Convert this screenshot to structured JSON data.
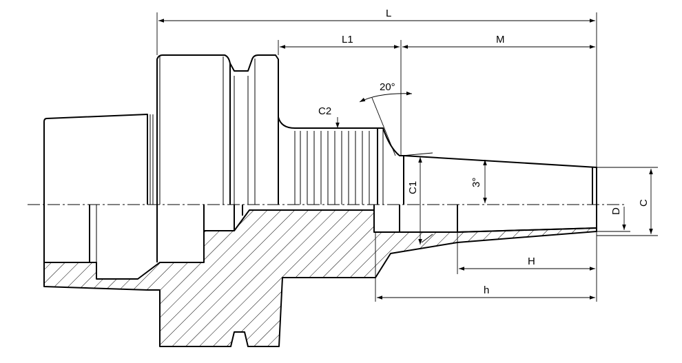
{
  "drawing": {
    "colors": {
      "line": "#000000",
      "background": "#ffffff"
    },
    "dimensions": {
      "L": "L",
      "L1": "L1",
      "M": "M",
      "C2": "C2",
      "C1": "C1",
      "angle_20": "20°",
      "angle_3": "3°",
      "D": "D",
      "C": "C",
      "H": "H",
      "h": "h"
    }
  }
}
